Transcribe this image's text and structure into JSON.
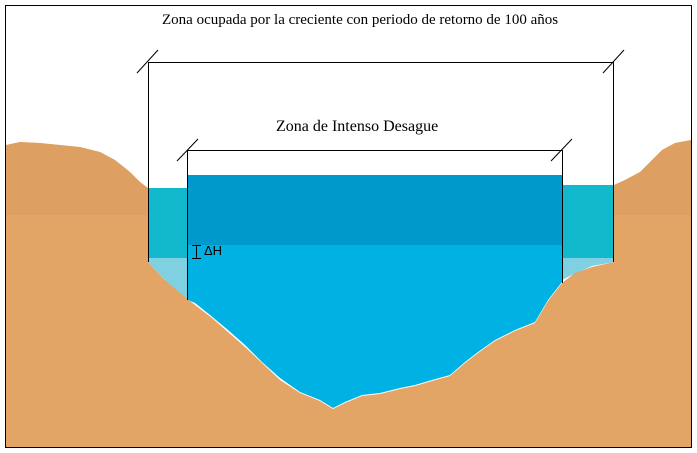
{
  "labels": {
    "outer_zone": "Zona ocupada por la creciente con periodo de retorno de 100 años",
    "inner_zone": "Zona de Intenso Desague",
    "delta_h": "ΔH"
  },
  "colors": {
    "background": "#ffffff",
    "frame": "#000000",
    "soil": "#e3a566",
    "soil_shadow": "#c98c52",
    "water_main": "#00b2e3",
    "water_deep_band": "#0099cc",
    "water_floodplain": "#12b8cc",
    "water_floodplain_light": "#7fd0e0",
    "dimension_line": "#000000"
  }
}
